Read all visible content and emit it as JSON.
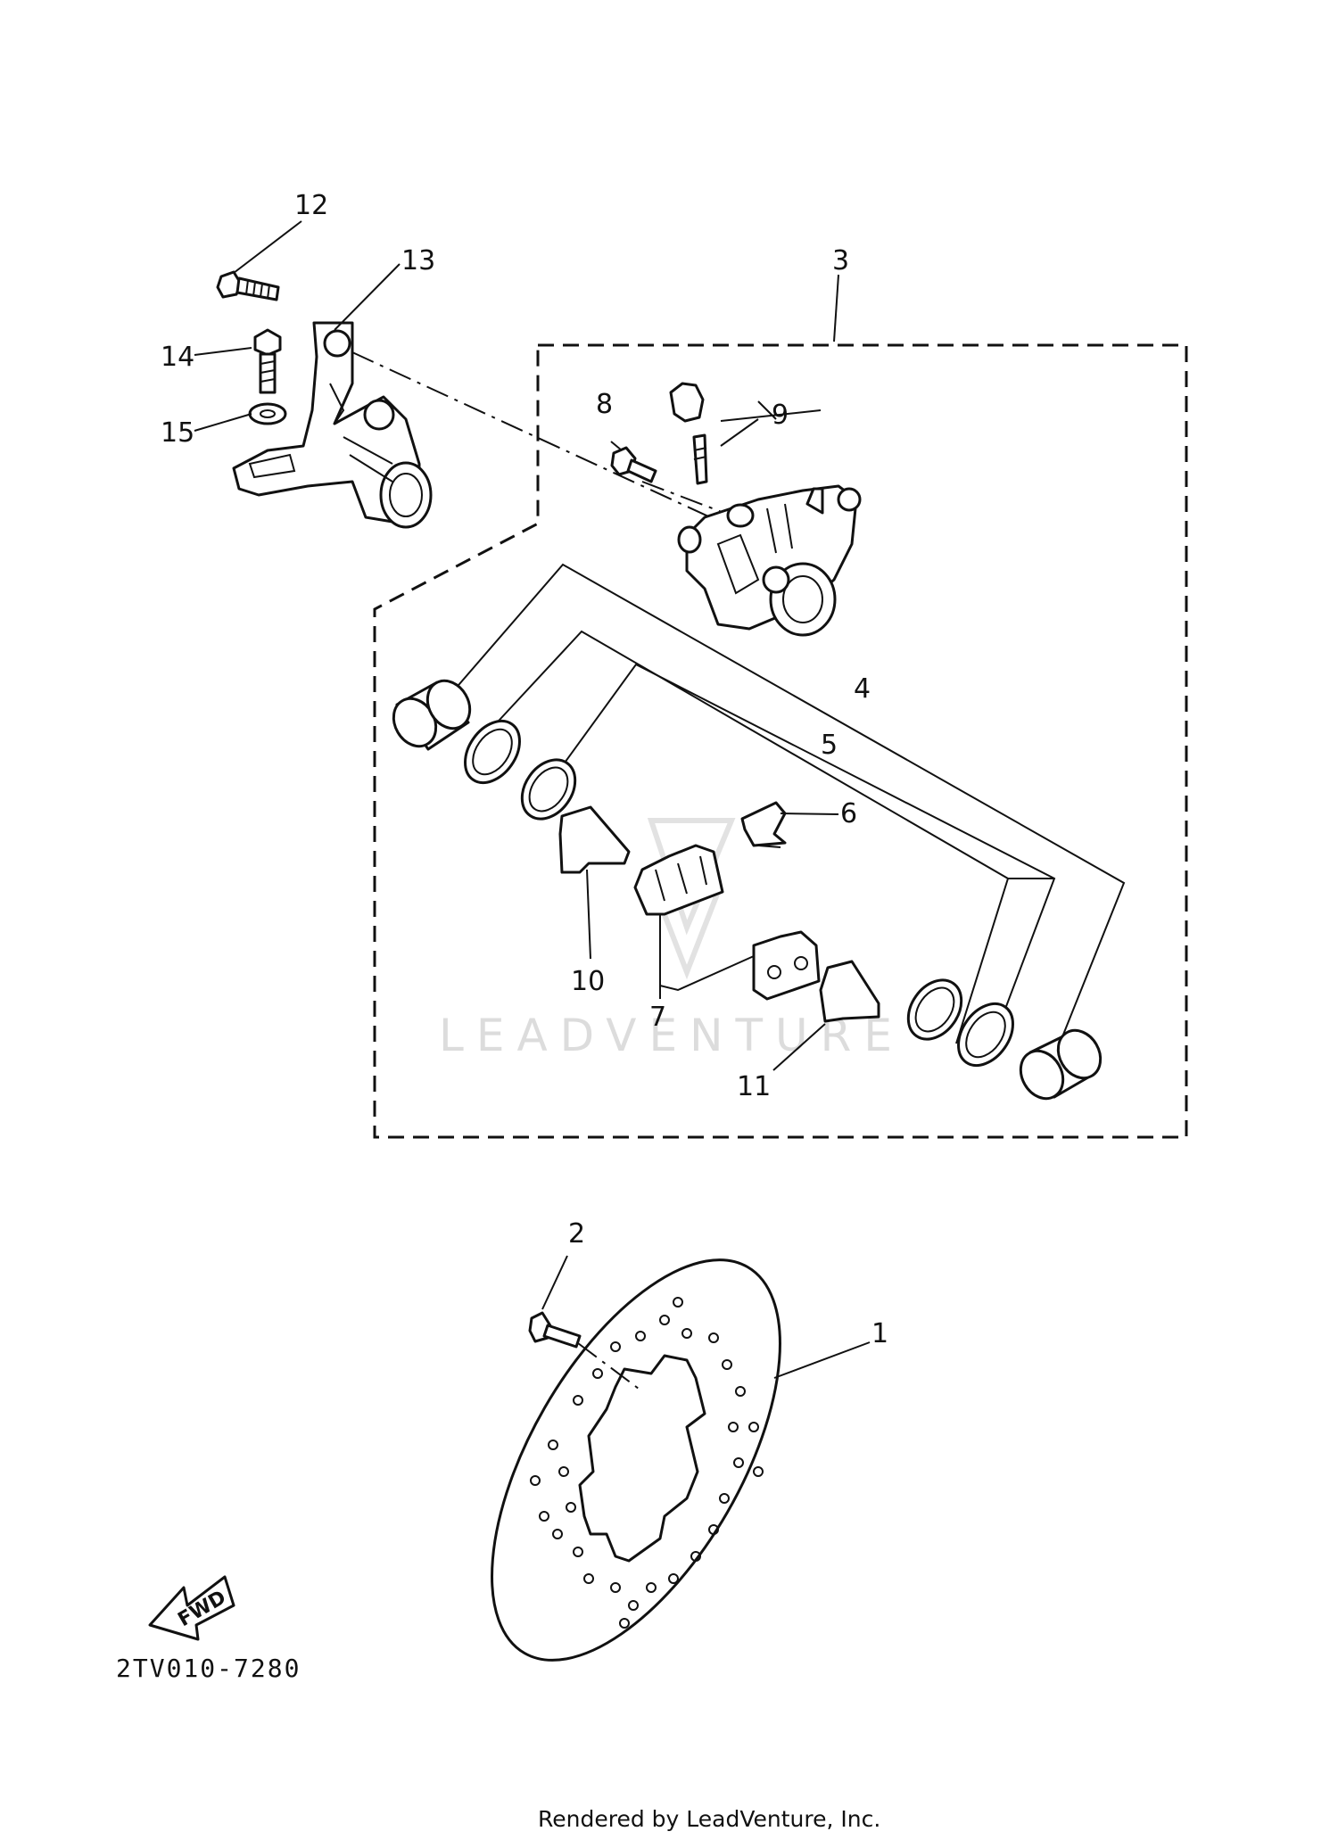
{
  "diagram": {
    "callouts": {
      "c1": "1",
      "c2": "2",
      "c3": "3",
      "c4": "4",
      "c5": "5",
      "c6": "6",
      "c7": "7",
      "c8": "8",
      "c9": "9",
      "c10": "10",
      "c11": "11",
      "c12": "12",
      "c13": "13",
      "c14": "14",
      "c15": "15"
    },
    "direction_arrow": "FWD",
    "diagram_code": "2TV010-7280",
    "watermark": "LEADVENTURE",
    "footer": "Rendered by LeadVenture, Inc."
  }
}
